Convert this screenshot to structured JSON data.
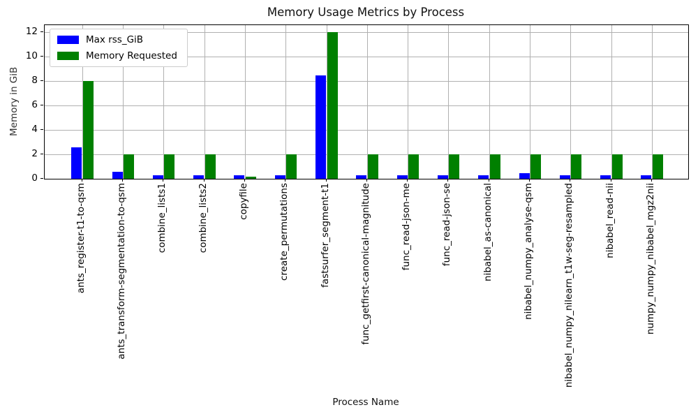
{
  "chart_data": {
    "type": "bar",
    "title": "Memory Usage Metrics by Process",
    "xlabel": "Process Name",
    "ylabel": "Memory in GiB",
    "categories": [
      "ants_register-t1-to-qsm",
      "ants_transform-segmentation-to-qsm",
      "combine_lists1",
      "combine_lists2",
      "copyfile",
      "create_permutations",
      "fastsurfer_segment-t1",
      "func_getfirst-canonical-magnitude",
      "func_read-json-me",
      "func_read-json-se",
      "nibabel_as-canonical",
      "nibabel_numpy_analyse-qsm",
      "nibabel_numpy_nilearn_t1w-seg-resampled",
      "nibabel_read-nii",
      "numpy_numpy_nibabel_mgz2nii"
    ],
    "series": [
      {
        "name": "Max rss_GiB",
        "color": "#0000ff",
        "values": [
          2.6,
          0.55,
          0.3,
          0.3,
          0.3,
          0.3,
          8.5,
          0.3,
          0.3,
          0.3,
          0.3,
          0.45,
          0.3,
          0.3,
          0.3
        ]
      },
      {
        "name": "Memory Requested",
        "color": "#008000",
        "values": [
          8.0,
          2.0,
          2.0,
          2.0,
          0.2,
          2.0,
          12.0,
          2.0,
          2.0,
          2.0,
          2.0,
          2.0,
          2.0,
          2.0,
          2.0
        ]
      }
    ],
    "yticks": [
      0,
      2,
      4,
      6,
      8,
      10,
      12
    ],
    "ylim": [
      0,
      12.6
    ],
    "grid": true,
    "grid_color": "#b0b0b0",
    "legend_position": "upper-left"
  }
}
